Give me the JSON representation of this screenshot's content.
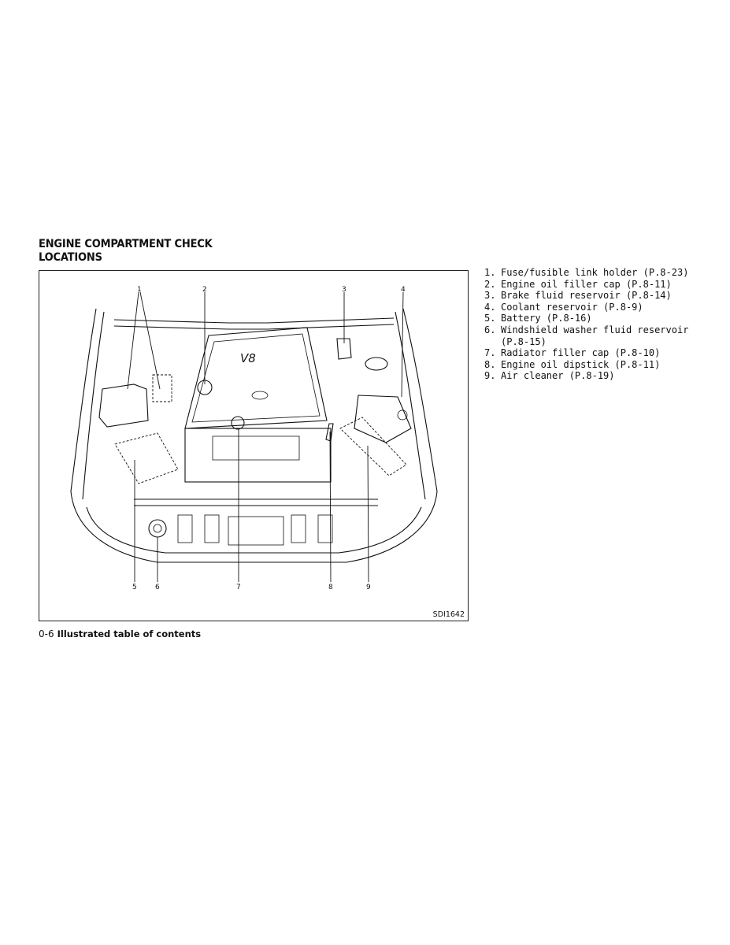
{
  "title_lines": [
    "ENGINE COMPARTMENT CHECK",
    "LOCATIONS"
  ],
  "figure": {
    "id": "SDI1642",
    "engine_badge": "V8",
    "callouts": [
      "1",
      "2",
      "3",
      "4",
      "5",
      "6",
      "7",
      "8",
      "9"
    ]
  },
  "legend": [
    {
      "num": "1.",
      "text": "Fuse/fusible link holder (P.8-23)"
    },
    {
      "num": "2.",
      "text": "Engine oil filler cap (P.8-11)"
    },
    {
      "num": "3.",
      "text": "Brake fluid reservoir (P.8-14)"
    },
    {
      "num": "4.",
      "text": "Coolant reservoir (P.8-9)"
    },
    {
      "num": "5.",
      "text": "Battery (P.8-16)"
    },
    {
      "num": "6.",
      "text": "Windshield washer fluid reservoir (P.8-15)"
    },
    {
      "num": "7.",
      "text": "Radiator filler cap (P.8-10)"
    },
    {
      "num": "8.",
      "text": "Engine oil dipstick (P.8-11)"
    },
    {
      "num": "9.",
      "text": "Air cleaner (P.8-19)"
    }
  ],
  "footer": {
    "page": "0-6",
    "section": "Illustrated table of contents"
  }
}
